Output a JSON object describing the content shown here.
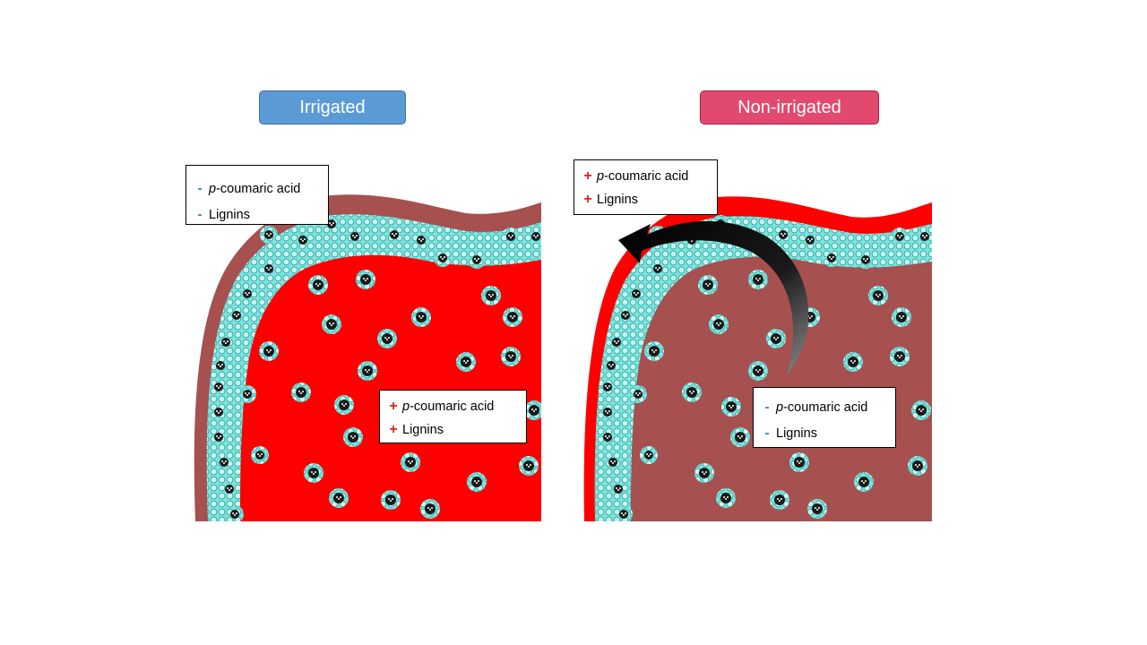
{
  "panels": {
    "left": {
      "label": "Irrigated",
      "color": "#5b9bd5"
    },
    "right": {
      "label": "Non-irrigated",
      "color": "#e2496e"
    }
  },
  "legends": {
    "left_outer": {
      "items": [
        {
          "sign": "-",
          "prefix": "p",
          "text": "-coumaric acid"
        },
        {
          "sign": "-",
          "prefix": "",
          "text": "Lignins"
        }
      ]
    },
    "left_inner": {
      "items": [
        {
          "sign": "+",
          "prefix": "p",
          "text": "-coumaric acid"
        },
        {
          "sign": "+",
          "prefix": "",
          "text": "Lignins"
        }
      ]
    },
    "right_outer": {
      "items": [
        {
          "sign": "+",
          "prefix": "p",
          "text": "-coumaric acid"
        },
        {
          "sign": "+",
          "prefix": "",
          "text": "Lignins"
        }
      ]
    },
    "right_inner": {
      "items": [
        {
          "sign": "-",
          "prefix": "p",
          "text": "-coumaric acid"
        },
        {
          "sign": "-",
          "prefix": "",
          "text": "Lignins"
        }
      ]
    }
  },
  "colors": {
    "high": "#ff0000",
    "low": "#a65050",
    "plus_sign": "#e02020",
    "minus_sign": "#3a8fd0",
    "tissue": "#3ec9c4",
    "bundle": "#1a1a1a",
    "arrow": "#000000"
  }
}
